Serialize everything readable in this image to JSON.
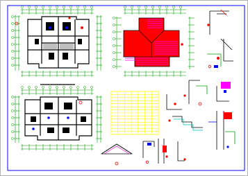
{
  "sheet": {
    "border_color": "#0000ff",
    "background": "#ffffff"
  },
  "drawings": [
    {
      "id": "plan-upper",
      "kind": "floor-plan"
    },
    {
      "id": "roof-plan",
      "kind": "roof-plan"
    },
    {
      "id": "plan-lower",
      "kind": "floor-plan"
    },
    {
      "id": "door-window-table",
      "kind": "schedule-grid"
    },
    {
      "id": "roof-section",
      "kind": "section"
    },
    {
      "id": "details",
      "kind": "detail-drawings"
    }
  ],
  "colors": {
    "dimension_lines": "#00a000",
    "walls": "#000000",
    "roof_fill": "#ff0000",
    "roof_hatch": "#ff00ff",
    "grid_table": "#ffff00",
    "annotation": "#ff0000",
    "accent_blue": "#0000ff",
    "detail_cyan": "#00c0c0"
  }
}
